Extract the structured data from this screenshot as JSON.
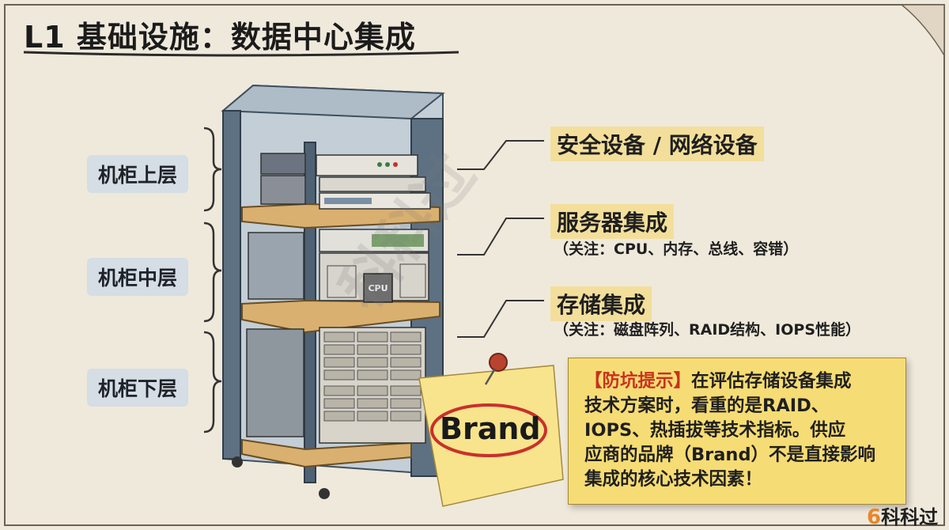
{
  "title": "L1 基础设施：数据中心集成",
  "layers": {
    "top": "机柜上层",
    "middle": "机柜中层",
    "bottom": "机柜下层"
  },
  "labels": {
    "security": "安全设备 / 网络设备",
    "server": "服务器集成",
    "server_note": "（关注：CPU、内存、总线、容错）",
    "storage": "存储集成",
    "storage_note": "（关注：磁盘阵列、RAID结构、IOPS性能）"
  },
  "cpu_chip_label": "CPU",
  "brand_note": "Brand",
  "tip": {
    "prefix": "【防坑提示】",
    "lines": [
      "在评估存储设备集成",
      "技术方案时，看重的是RAID、",
      "IOPS、热插拔等技术指标。供应",
      "应商的品牌（Brand）不是直接影响",
      "集成的核心技术因素！"
    ]
  },
  "watermark": "科科过",
  "logo": {
    "mark": "6",
    "text": "科科过"
  },
  "colors": {
    "paper": "#efe9dc",
    "rack_frame": "#5d7183",
    "rack_glass": "#c9d4dc",
    "shelf_wood": "#d9b070",
    "highlight": "#f4db86",
    "sticky": "#f6dc74",
    "tip_red": "#c8321e",
    "brand_circle": "#c9302c",
    "pin": "#b9432f"
  }
}
